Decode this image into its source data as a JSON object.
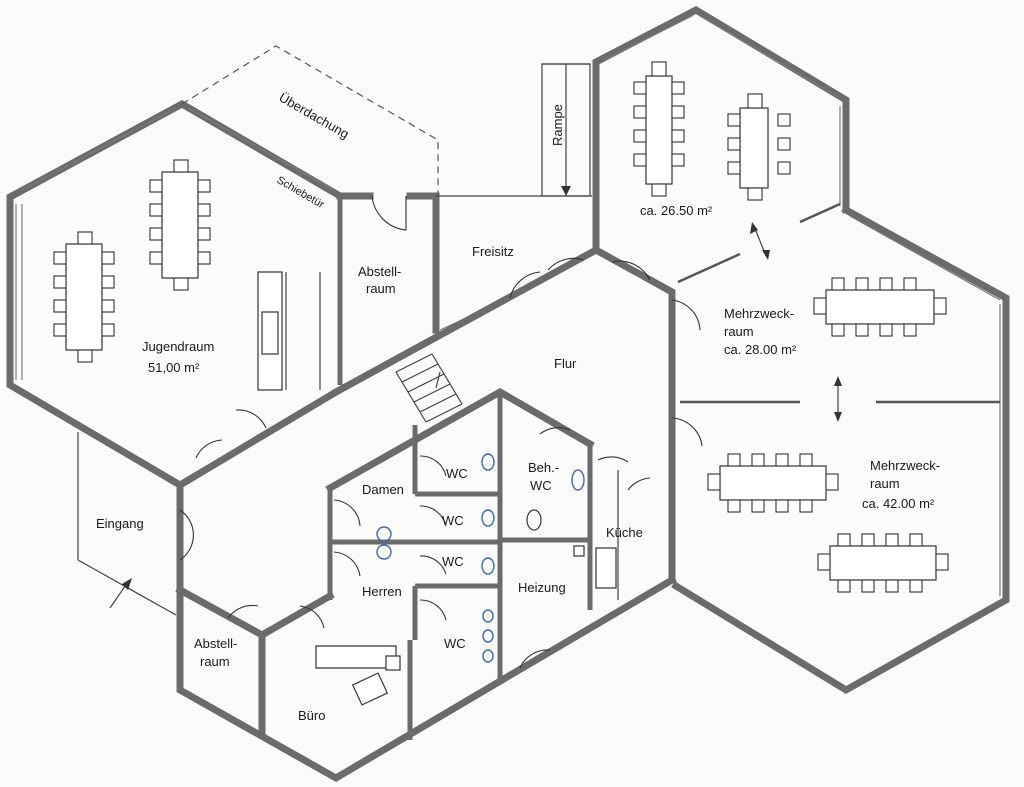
{
  "rooms": {
    "ueberdachung": "Überdachung",
    "schiebetuer": "Schiebetür",
    "abstellraum_top": [
      "Abstell-",
      "raum"
    ],
    "rampe": "Rampe",
    "freisitz": "Freisitz",
    "jugendraum": "Jugendraum",
    "jugendraum_area": "51,00 m²",
    "area_top_right": "ca. 26.50 m²",
    "mehrzweck_mid": [
      "Mehrzweck-",
      "raum",
      "ca. 28.00 m²"
    ],
    "mehrzweck_low": [
      "Mehrzweck-",
      "raum",
      "ca. 42.00 m²"
    ],
    "flur": "Flur",
    "beh_wc": [
      "Beh.-",
      "WC"
    ],
    "wc": "WC",
    "damen": "Damen",
    "herren": "Herren",
    "kueche": "Küche",
    "heizung": "Heizung",
    "eingang": "Eingang",
    "abstellraum_bottom": [
      "Abstell-",
      "raum"
    ],
    "buero": "Büro"
  }
}
